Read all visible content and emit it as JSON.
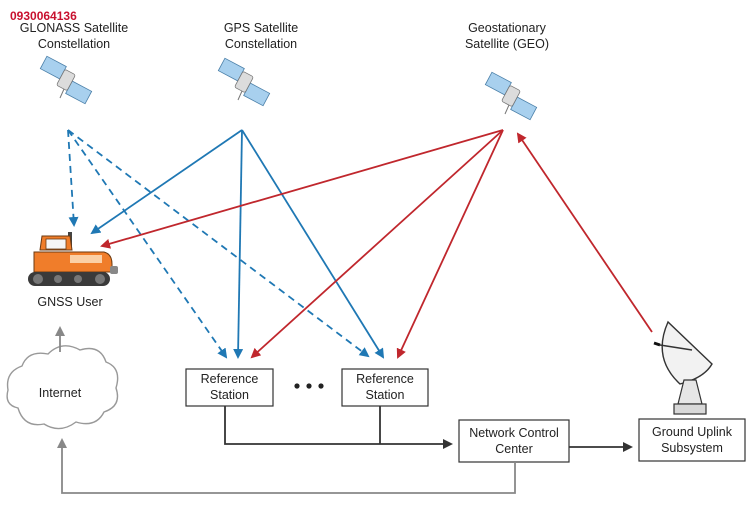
{
  "watermark": "0930064136",
  "satellites": {
    "glonass": {
      "line1": "GLONASS Satellite",
      "line2": "Constellation"
    },
    "gps": {
      "line1": "GPS Satellite",
      "line2": "Constellation"
    },
    "geo": {
      "line1": "Geostationary",
      "line2": "Satellite (GEO)"
    }
  },
  "gnss_user": {
    "label": "GNSS User"
  },
  "internet": {
    "label": "Internet"
  },
  "reference_station_1": {
    "line1": "Reference",
    "line2": "Station"
  },
  "reference_station_2": {
    "line1": "Reference",
    "line2": "Station"
  },
  "network_control_center": {
    "line1": "Network Control",
    "line2": "Center"
  },
  "ground_uplink": {
    "line1": "Ground Uplink",
    "line2": "Subsystem"
  },
  "colors": {
    "gps_link": "#1f78b4",
    "geo_link": "#c0272d",
    "wired_link": "#333333",
    "internet_link": "#888888",
    "tractor_orange": "#f07d2a"
  }
}
